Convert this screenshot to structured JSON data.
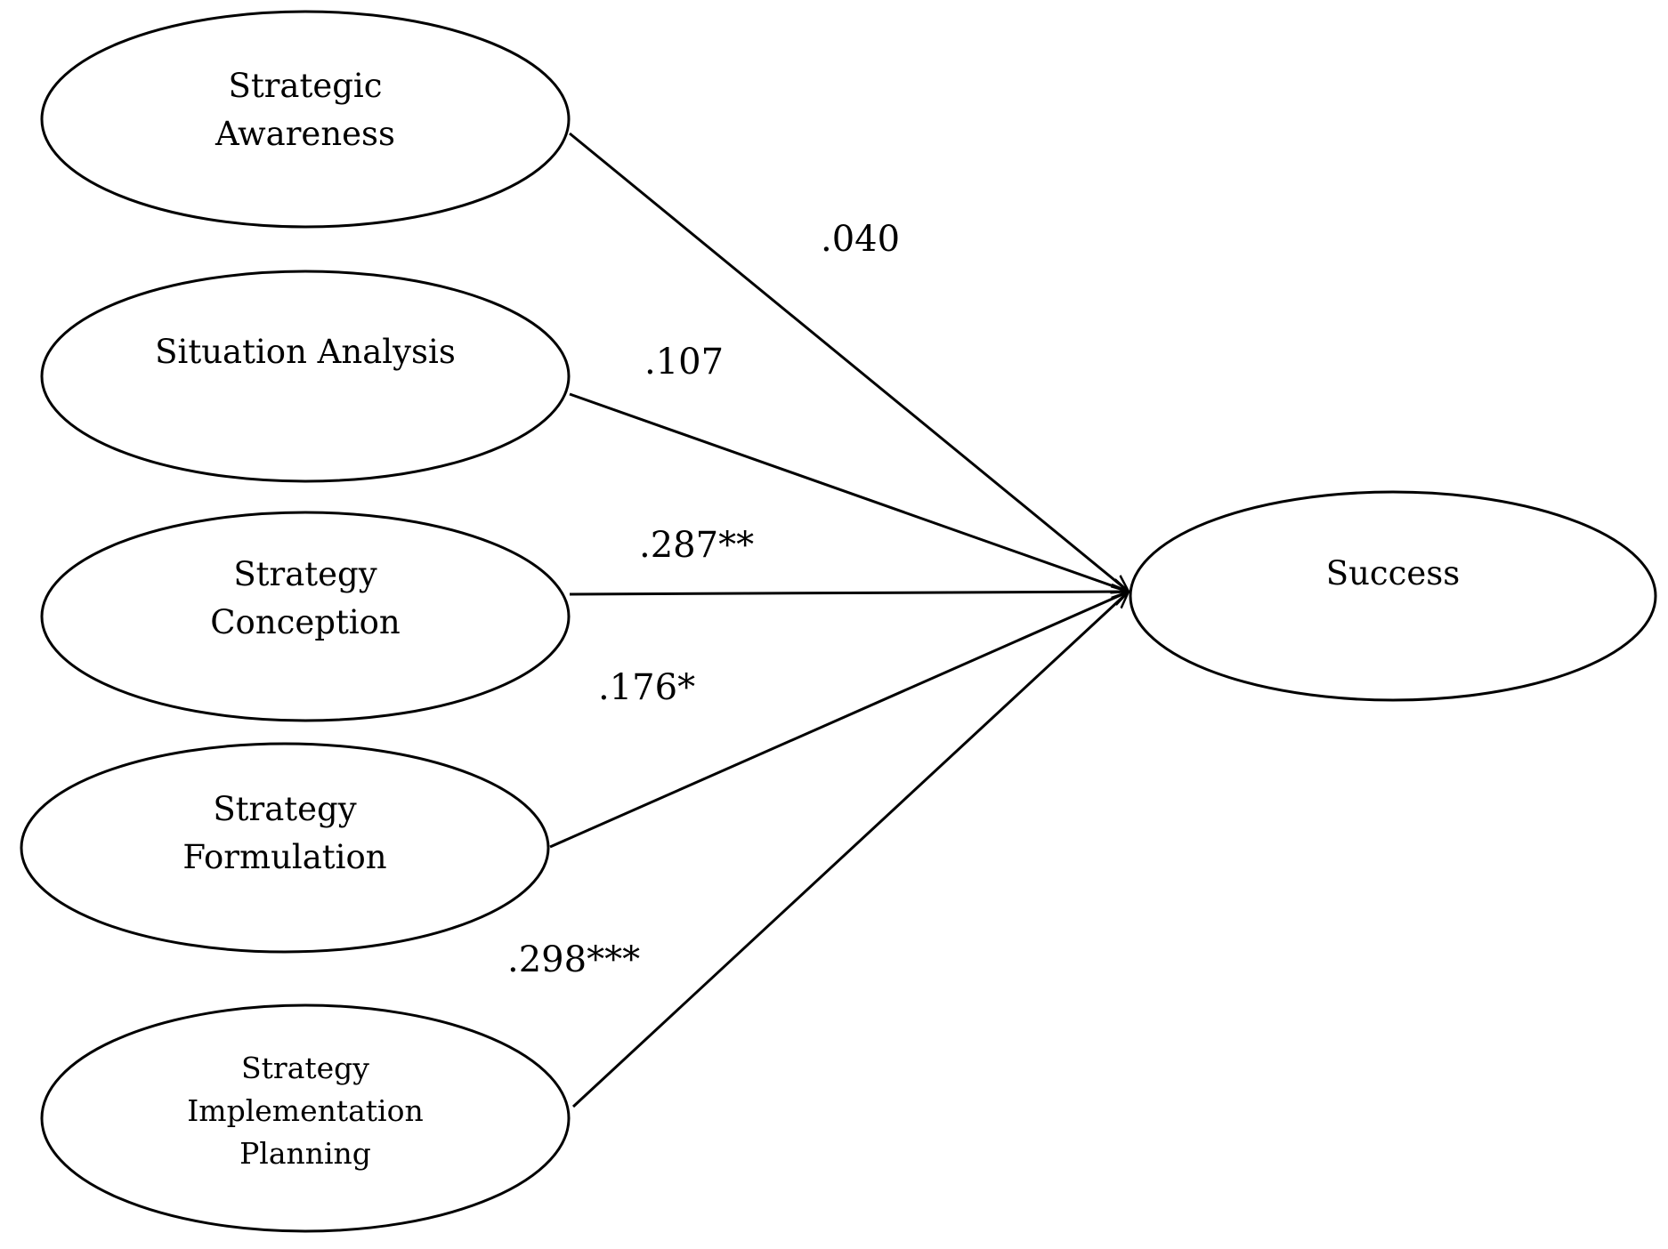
{
  "diagram": {
    "nodes": {
      "strategic_awareness": {
        "lines": [
          "Strategic",
          "Awareness"
        ]
      },
      "situation_analysis": {
        "lines": [
          "Situation Analysis"
        ]
      },
      "strategy_conception": {
        "lines": [
          "Strategy",
          "Conception"
        ]
      },
      "strategy_formulation": {
        "lines": [
          "Strategy",
          "Formulation"
        ]
      },
      "strategy_implementation_planning": {
        "lines": [
          "Strategy",
          "Implementation",
          "Planning"
        ]
      },
      "success": {
        "lines": [
          "Success"
        ]
      }
    },
    "edges": [
      {
        "from": "strategic_awareness",
        "to": "success",
        "label": ".040"
      },
      {
        "from": "situation_analysis",
        "to": "success",
        "label": ".107"
      },
      {
        "from": "strategy_conception",
        "to": "success",
        "label": ".287**"
      },
      {
        "from": "strategy_formulation",
        "to": "success",
        "label": ".176*"
      },
      {
        "from": "strategy_implementation_planning",
        "to": "success",
        "label": ".298***"
      }
    ]
  }
}
